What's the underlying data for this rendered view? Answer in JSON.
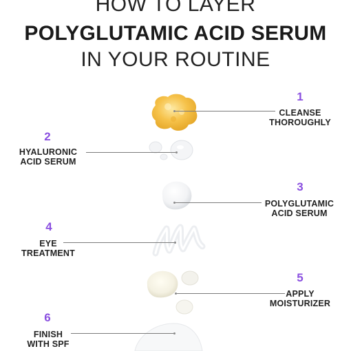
{
  "title": {
    "line1": "HOW TO LAYER",
    "line2": "POLYGLUTAMIC ACID SERUM",
    "line3": "IN YOUR ROUTINE"
  },
  "steps": [
    {
      "number": "1",
      "line1": "CLEANSE",
      "line2": "THOROUGHLY"
    },
    {
      "number": "2",
      "line1": "HYALURONIC",
      "line2": "ACID SERUM"
    },
    {
      "number": "3",
      "line1": "POLYGLUTAMIC",
      "line2": "ACID SERUM"
    },
    {
      "number": "4",
      "line1": "EYE",
      "line2": "TREATMENT"
    },
    {
      "number": "5",
      "line1": "APPLY",
      "line2": "MOISTURIZER"
    },
    {
      "number": "6",
      "line1": "FINISH",
      "line2": "WITH SPF"
    }
  ],
  "colors": {
    "accent": "#8a4fe0",
    "cleanser": "#f6c24a",
    "text": "#1c1c1c"
  }
}
